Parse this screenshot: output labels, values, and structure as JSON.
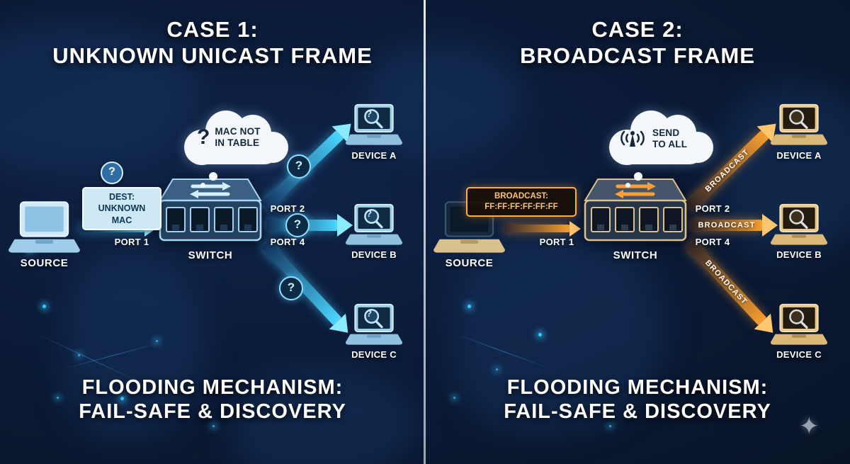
{
  "logo": {
    "sparkle_glyph": "✦"
  },
  "case1": {
    "title_line1": "CASE 1:",
    "title_line2": "UNKNOWN UNICAST FRAME",
    "thought_symbol": "?",
    "thought_line1": "MAC NOT",
    "thought_line2": "IN TABLE",
    "query_badge": "?",
    "frame_line1": "DEST:",
    "frame_line2": "UNKNOWN MAC",
    "source_label": "SOURCE",
    "port1_label": "PORT 1",
    "switch_label": "SWITCH",
    "port2_label": "PORT 2",
    "port4_label": "PORT 4",
    "arrow_badge": "?",
    "device_screen_symbol": "?",
    "device_a": "DEVICE A",
    "device_b": "DEVICE B",
    "device_c": "DEVICE C",
    "footer_line1": "FLOODING MECHANISM:",
    "footer_line2": "FAIL-SAFE & DISCOVERY",
    "accent": "#3fd0ff"
  },
  "case2": {
    "title_line1": "CASE 2:",
    "title_line2": "BROADCAST FRAME",
    "thought_line1": "SEND",
    "thought_line2": "TO ALL",
    "frame_line1": "BROADCAST:",
    "frame_line2": "FF:FF:FF:FF:FF:FF",
    "source_label": "SOURCE",
    "port1_label": "PORT 1",
    "switch_label": "SWITCH",
    "port2_label": "PORT 2",
    "port4_label": "PORT 4",
    "arrow_label": "BROADCAST",
    "device_a": "DEVICE A",
    "device_b": "DEVICE B",
    "device_c": "DEVICE C",
    "footer_line1": "FLOODING MECHANISM:",
    "footer_line2": "FAIL-SAFE & DISCOVERY",
    "accent": "#ffa53a"
  }
}
